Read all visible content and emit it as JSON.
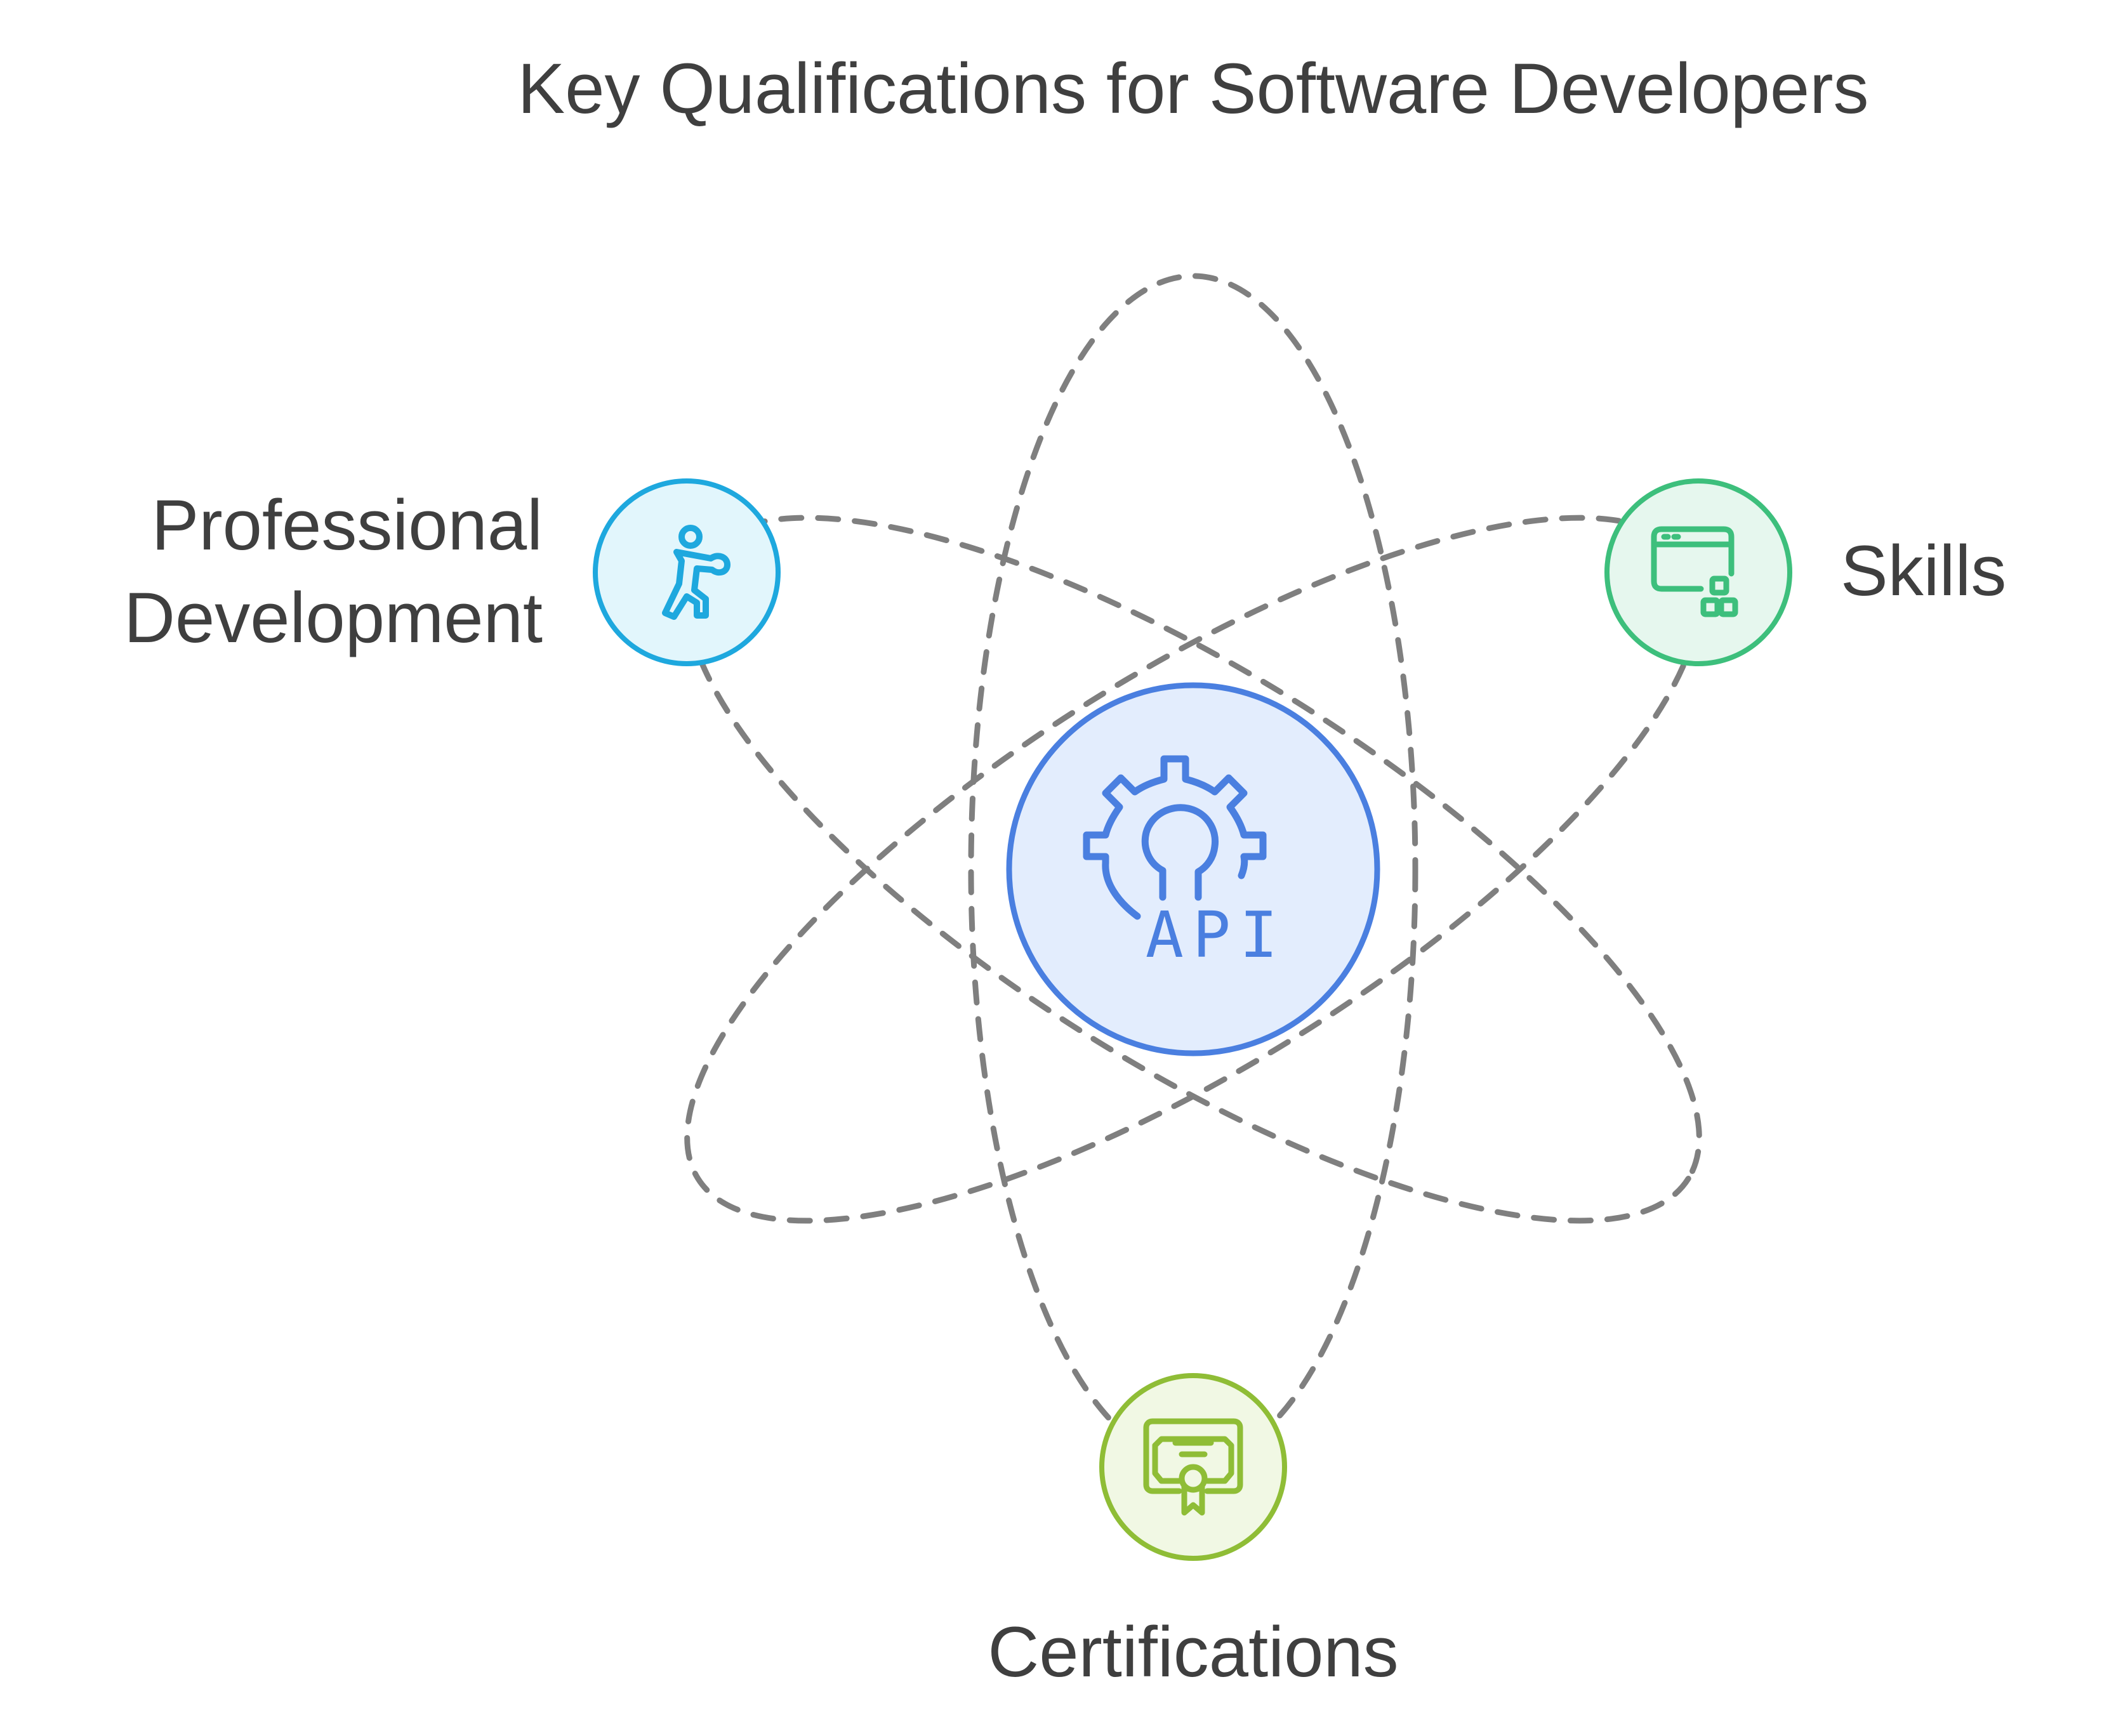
{
  "title": "Key Qualifications for Software Developers",
  "center": {
    "icon": "gear-api-icon",
    "icon_text": "API",
    "color": "#4a7fe0",
    "fill": "#e3edfd"
  },
  "nodes": [
    {
      "id": "professional-development",
      "label_lines": [
        "Professional",
        "Development"
      ],
      "icon": "person-running-icon",
      "color": "#1ea8de",
      "fill": "#e2f6fc"
    },
    {
      "id": "skills",
      "label_lines": [
        "Skills"
      ],
      "icon": "browser-window-blocks-icon",
      "color": "#3dbf7c",
      "fill": "#e6f7ee"
    },
    {
      "id": "certifications",
      "label_lines": [
        "Certifications"
      ],
      "icon": "certificate-ribbon-icon",
      "color": "#8fbd36",
      "fill": "#f1f8e4"
    }
  ],
  "orbit_color": "#7f7f7f"
}
